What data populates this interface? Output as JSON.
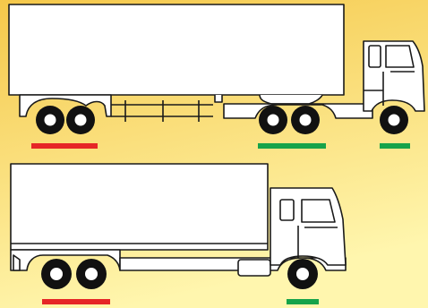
{
  "colors": {
    "background_top": "#F5C84A",
    "background_bottom": "#FFF6AE",
    "outline": "#1A1A1A",
    "body": "#FFFFFF",
    "tire": "#111111",
    "axle_red": "#E62626",
    "axle_green": "#16A34A"
  },
  "vehicles": [
    {
      "name": "tractor-semitrailer",
      "axle_groups": [
        {
          "name": "trailer-tandem-axle",
          "axles": 2,
          "indicator": "red"
        },
        {
          "name": "tractor-drive-tandem-axle",
          "axles": 2,
          "indicator": "green"
        },
        {
          "name": "tractor-steer-axle",
          "axles": 1,
          "indicator": "green"
        }
      ]
    },
    {
      "name": "rigid-box-truck",
      "axle_groups": [
        {
          "name": "rear-tandem-axle",
          "axles": 2,
          "indicator": "red"
        },
        {
          "name": "front-steer-axle",
          "axles": 1,
          "indicator": "green"
        }
      ]
    }
  ]
}
